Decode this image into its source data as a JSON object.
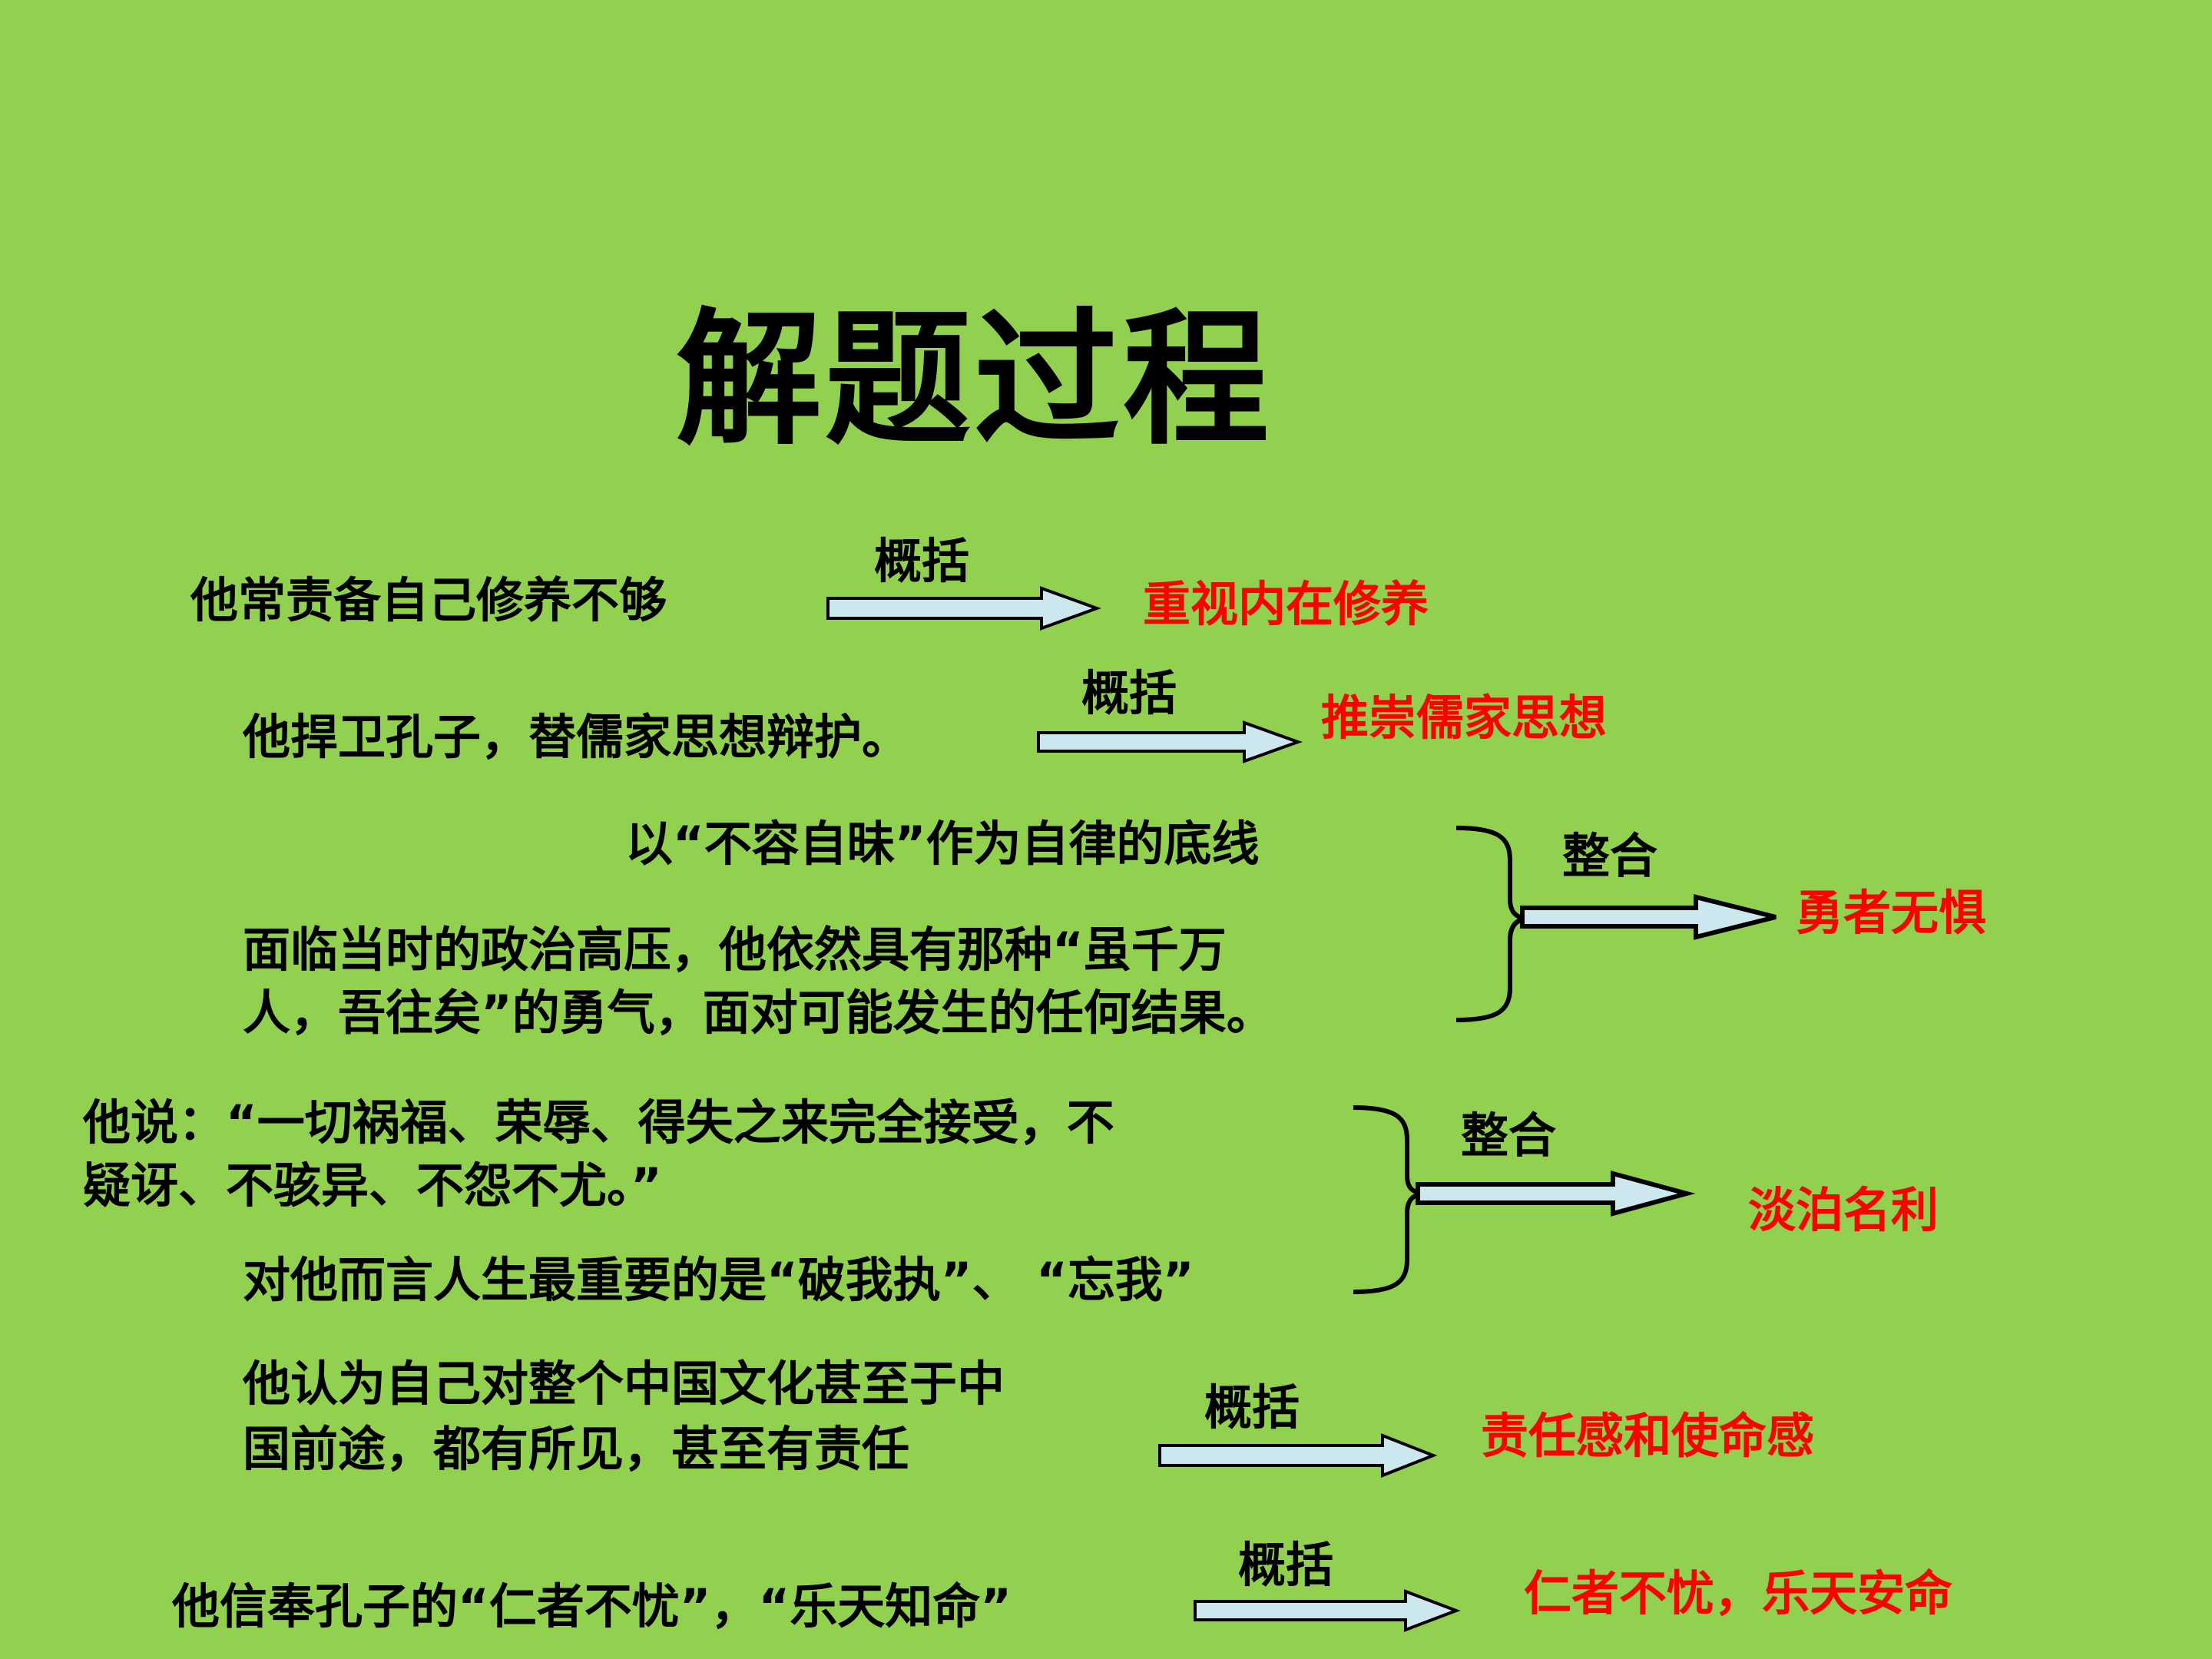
{
  "title": "解题过程",
  "rows": [
    {
      "text": "他常责备自己修养不够",
      "arrow_label": "概括",
      "result": "重视内在修养"
    },
    {
      "text": "他捍卫孔子，替儒家思想辩护。",
      "arrow_label": "概括",
      "result": "推崇儒家思想"
    },
    {
      "text": "他认为自己对整个中国文化甚至于中国前途，都有所见，甚至有责任",
      "line1": "他认为自己对整个中国文化甚至于中",
      "line2": "国前途，都有所见，甚至有责任",
      "arrow_label": "概括",
      "result": "责任感和使命感"
    },
    {
      "text": "他信奉孔子的“仁者不忧”，“乐天知命”",
      "arrow_label": "概括",
      "result": "仁者不忧，乐天安命"
    }
  ],
  "groups": [
    {
      "items": [
        {
          "line1": "以“不容自昧”作为自律的底线"
        },
        {
          "line1": "面临当时的政治高压，他依然具有那种“虽千万",
          "line2": "人，吾往矣”的勇气，面对可能发生的任何结果。"
        }
      ],
      "arrow_label": "整合",
      "result": "勇者无惧"
    },
    {
      "items": [
        {
          "line1": "他说：“一切祸福、荣辱、得失之来完全接受，不",
          "line2": "疑讶、不骇异、不怨不尤。”"
        },
        {
          "line1": "对他而言人生最重要的是“破我执”、 “忘我”"
        }
      ],
      "arrow_label": "整合",
      "result": "淡泊名利"
    }
  ],
  "colors": {
    "background": "#92d050",
    "text": "#000000",
    "result": "#ff0000",
    "arrow_fill": "#cde7ef"
  }
}
